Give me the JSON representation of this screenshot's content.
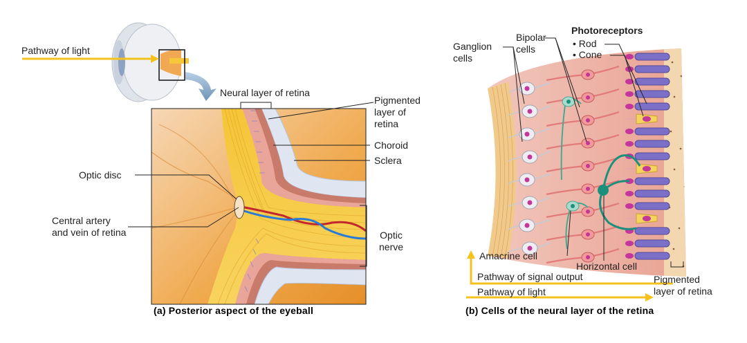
{
  "panel_a": {
    "caption": "(a) Posterior aspect of the eyeball",
    "labels": {
      "pathway_of_light": "Pathway of light",
      "neural_layer": "Neural layer of retina",
      "pigmented_layer": "Pigmented\nlayer of\nretina",
      "choroid": "Choroid",
      "sclera": "Sclera",
      "optic_disc": "Optic disc",
      "central_artery": "Central artery\nand vein of retina",
      "optic_nerve": "Optic\nnerve"
    }
  },
  "panel_b": {
    "caption": "(b) Cells of the neural layer of the retina",
    "labels": {
      "photoreceptors": "Photoreceptors",
      "rod": "• Rod",
      "cone": "• Cone",
      "bipolar": "Bipolar\ncells",
      "ganglion": "Ganglion\ncells",
      "amacrine": "Amacrine cell",
      "horizontal": "Horizontal cell",
      "signal_output": "Pathway of signal output",
      "pathway_of_light": "Pathway of light",
      "pigmented_layer": "Pigmented\nlayer of retina"
    }
  },
  "colors": {
    "light_arrow": "#f5c21c",
    "nerve_yellow": "#f7c83a",
    "retina_pink": "#e9a59a",
    "sclera": "#dfe6f2",
    "rod": "#7b6fc8",
    "cone": "#f4d35e",
    "artery_blue": "#2a7bd6",
    "artery_red": "#c1272d",
    "green_cell": "#1c8f7c",
    "nucleus": "#c4379a"
  }
}
